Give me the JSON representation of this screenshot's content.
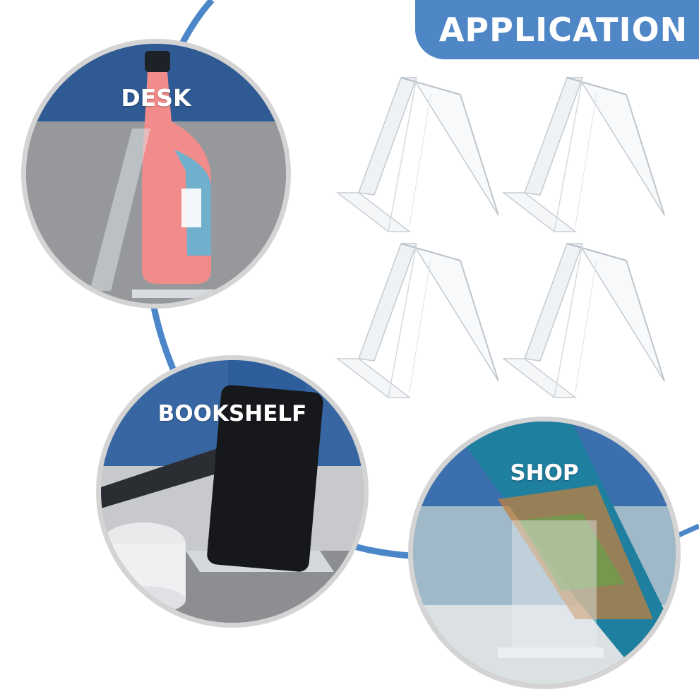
{
  "banner": {
    "title": "APPLICATION"
  },
  "scenes": [
    {
      "id": "desk",
      "label": "DESK"
    },
    {
      "id": "bookshelf",
      "label": "BOOKSHELF"
    },
    {
      "id": "shop",
      "label": "SHOP"
    }
  ],
  "colors": {
    "brand_blue": "#4f86c6",
    "arc_blue": "#4a86c8",
    "circle_border": "#d4d4d4"
  },
  "product": {
    "stand_count": 4
  },
  "icons": [
    "acrylic-stand-icon",
    "bottle-icon",
    "phone-icon",
    "book-icon"
  ]
}
